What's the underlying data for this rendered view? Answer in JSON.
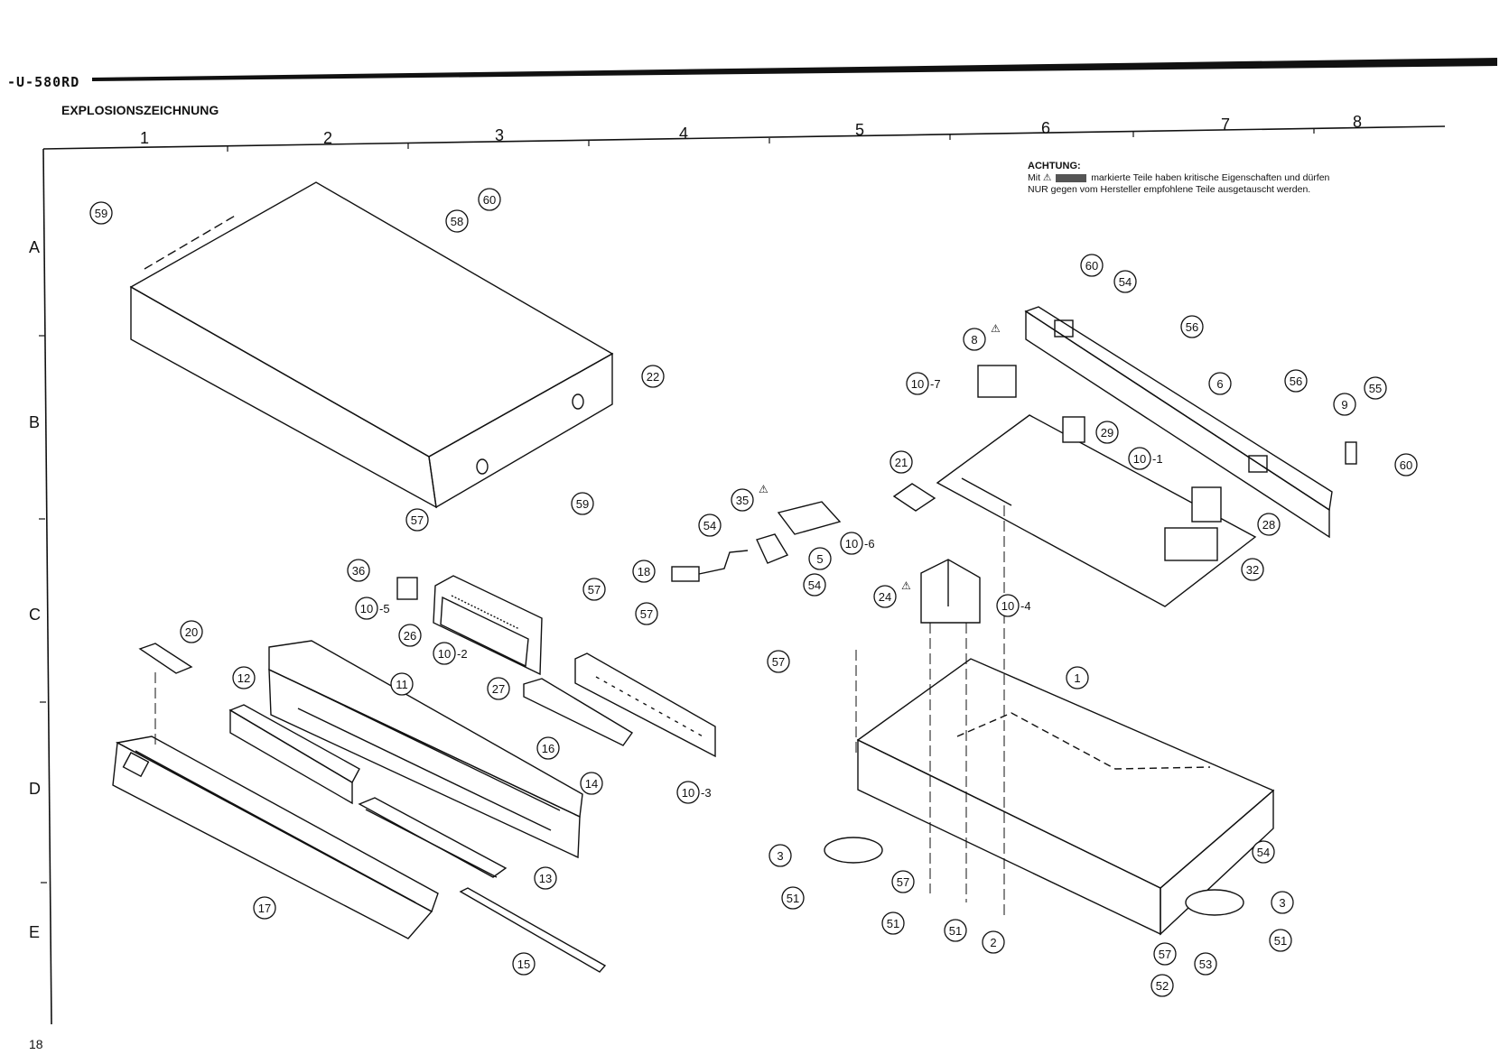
{
  "header": {
    "model": "-U-580RD",
    "section_title": "EXPLOSIONSZEICHNUNG",
    "page_number": "18"
  },
  "notice": {
    "title": "ACHTUNG:",
    "line1_prefix": "Mit",
    "line1_suffix": "markierte Teile haben kritische Eigenschaften und dürfen",
    "line2": "NUR gegen vom Hersteller empfohlene Teile ausgetauscht werden."
  },
  "grid": {
    "columns": [
      "1",
      "2",
      "3",
      "4",
      "5",
      "6",
      "7",
      "8"
    ],
    "rows": [
      "A",
      "B",
      "C",
      "D",
      "E"
    ]
  },
  "callouts": [
    {
      "label": "59"
    },
    {
      "label": "58"
    },
    {
      "label": "60"
    },
    {
      "label": "22"
    },
    {
      "label": "59"
    },
    {
      "label": "57"
    },
    {
      "label": "36"
    },
    {
      "label": "10"
    },
    {
      "label": "26"
    },
    {
      "label": "10"
    },
    {
      "label": "57"
    },
    {
      "label": "20"
    },
    {
      "label": "12"
    },
    {
      "label": "11"
    },
    {
      "label": "27"
    },
    {
      "label": "57"
    },
    {
      "label": "16"
    },
    {
      "label": "14"
    },
    {
      "label": "10"
    },
    {
      "label": "13"
    },
    {
      "label": "17"
    },
    {
      "label": "15"
    },
    {
      "label": "18"
    },
    {
      "label": "54"
    },
    {
      "label": "35"
    },
    {
      "label": "5"
    },
    {
      "label": "10"
    },
    {
      "label": "54"
    },
    {
      "label": "21"
    },
    {
      "label": "24"
    },
    {
      "label": "10"
    },
    {
      "label": "57"
    },
    {
      "label": "1"
    },
    {
      "label": "3"
    },
    {
      "label": "57"
    },
    {
      "label": "51"
    },
    {
      "label": "51"
    },
    {
      "label": "51"
    },
    {
      "label": "2"
    },
    {
      "label": "8"
    },
    {
      "label": "10"
    },
    {
      "label": "60"
    },
    {
      "label": "54"
    },
    {
      "label": "56"
    },
    {
      "label": "6"
    },
    {
      "label": "29"
    },
    {
      "label": "10"
    },
    {
      "label": "56"
    },
    {
      "label": "9"
    },
    {
      "label": "55"
    },
    {
      "label": "60"
    },
    {
      "label": "28"
    },
    {
      "label": "32"
    },
    {
      "label": "54"
    },
    {
      "label": "3"
    },
    {
      "label": "51"
    },
    {
      "label": "57"
    },
    {
      "label": "53"
    },
    {
      "label": "52"
    }
  ],
  "suffixes": [
    "-5",
    "-2",
    "-3",
    "-6",
    "-4",
    "-7",
    "-1"
  ],
  "warning_symbol": "⚠",
  "colors": {
    "ink": "#111111",
    "paper": "#ffffff"
  }
}
